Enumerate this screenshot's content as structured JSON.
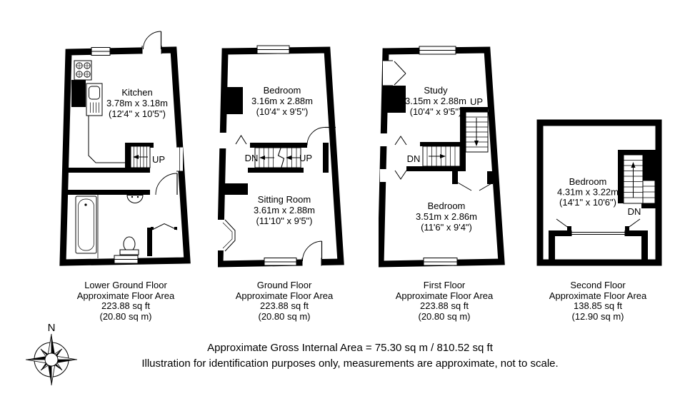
{
  "page": {
    "background": "#ffffff",
    "ink": "#000000"
  },
  "compass": {
    "north_label": "N"
  },
  "plans": [
    {
      "id": "lower-ground-floor",
      "rooms": [
        {
          "name": "Kitchen",
          "dims_metric": "3.78m x 3.18m",
          "dims_imperial": "(12'4\" x 10'5\")"
        }
      ],
      "stairs": {
        "up": "UP"
      },
      "caption": {
        "floor": "Lower Ground Floor",
        "area_label": "Approximate Floor Area",
        "area_ft": "223.88 sq ft",
        "area_m": "(20.80 sq m)"
      }
    },
    {
      "id": "ground-floor",
      "rooms": [
        {
          "name": "Bedroom",
          "dims_metric": "3.16m x 2.88m",
          "dims_imperial": "(10'4\" x 9'5\")"
        },
        {
          "name": "Sitting Room",
          "dims_metric": "3.61m x 2.88m",
          "dims_imperial": "(11'10\" x 9'5\")"
        }
      ],
      "stairs": {
        "down": "DN",
        "up": "UP"
      },
      "caption": {
        "floor": "Ground Floor",
        "area_label": "Approximate Floor Area",
        "area_ft": "223.88 sq ft",
        "area_m": "(20.80 sq m)"
      }
    },
    {
      "id": "first-floor",
      "rooms": [
        {
          "name": "Study",
          "dims_metric": "3.15m x 2.88m",
          "dims_imperial": "(10'4\" x 9'5\")"
        },
        {
          "name": "Bedroom",
          "dims_metric": "3.51m x 2.86m",
          "dims_imperial": "(11'6\" x 9'4\")"
        }
      ],
      "stairs": {
        "up": "UP",
        "down": "DN"
      },
      "caption": {
        "floor": "First Floor",
        "area_label": "Approximate Floor Area",
        "area_ft": "223.88 sq ft",
        "area_m": "(20.80 sq m)"
      }
    },
    {
      "id": "second-floor",
      "rooms": [
        {
          "name": "Bedroom",
          "dims_metric": "4.31m x 3.22m",
          "dims_imperial": "(14'1\" x 10'6\")"
        }
      ],
      "stairs": {
        "down": "DN"
      },
      "caption": {
        "floor": "Second Floor",
        "area_label": "Approximate Floor Area",
        "area_ft": "138.85 sq ft",
        "area_m": "(12.90 sq m)"
      }
    }
  ],
  "footer": {
    "line1": "Approximate Gross Internal Area = 75.30 sq m / 810.52 sq ft",
    "line2": "Illustration for identification purposes only, measurements are approximate, not to scale."
  }
}
